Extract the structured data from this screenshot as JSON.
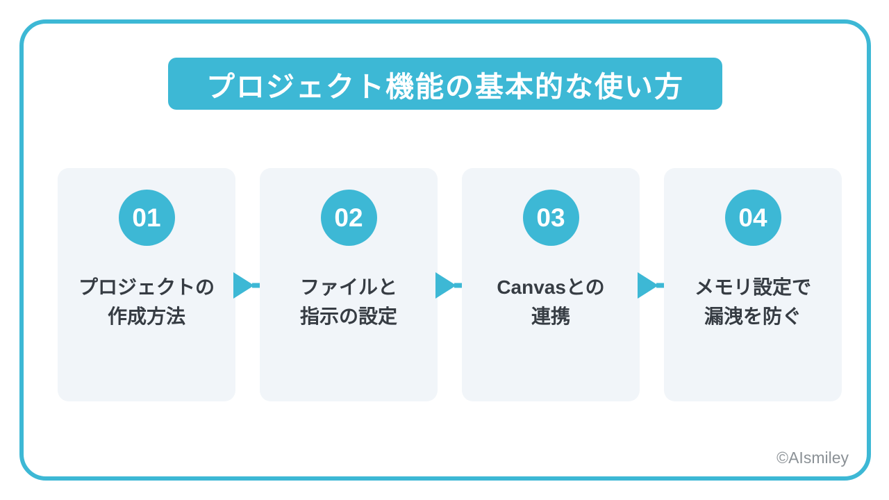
{
  "title": "プロジェクト機能の基本的な使い方",
  "steps": [
    {
      "number": "01",
      "line1": "プロジェクトの",
      "line2": "作成方法"
    },
    {
      "number": "02",
      "line1": "ファイルと",
      "line2": "指示の設定"
    },
    {
      "number": "03",
      "line1": "Canvasとの",
      "line2": "連携"
    },
    {
      "number": "04",
      "line1": "メモリ設定で",
      "line2": "漏洩を防ぐ"
    }
  ],
  "watermark": "©AIsmiley",
  "colors": {
    "accent": "#3db8d5",
    "card_bg": "#f1f5f9",
    "text": "#363c43",
    "watermark": "#8b9196"
  }
}
